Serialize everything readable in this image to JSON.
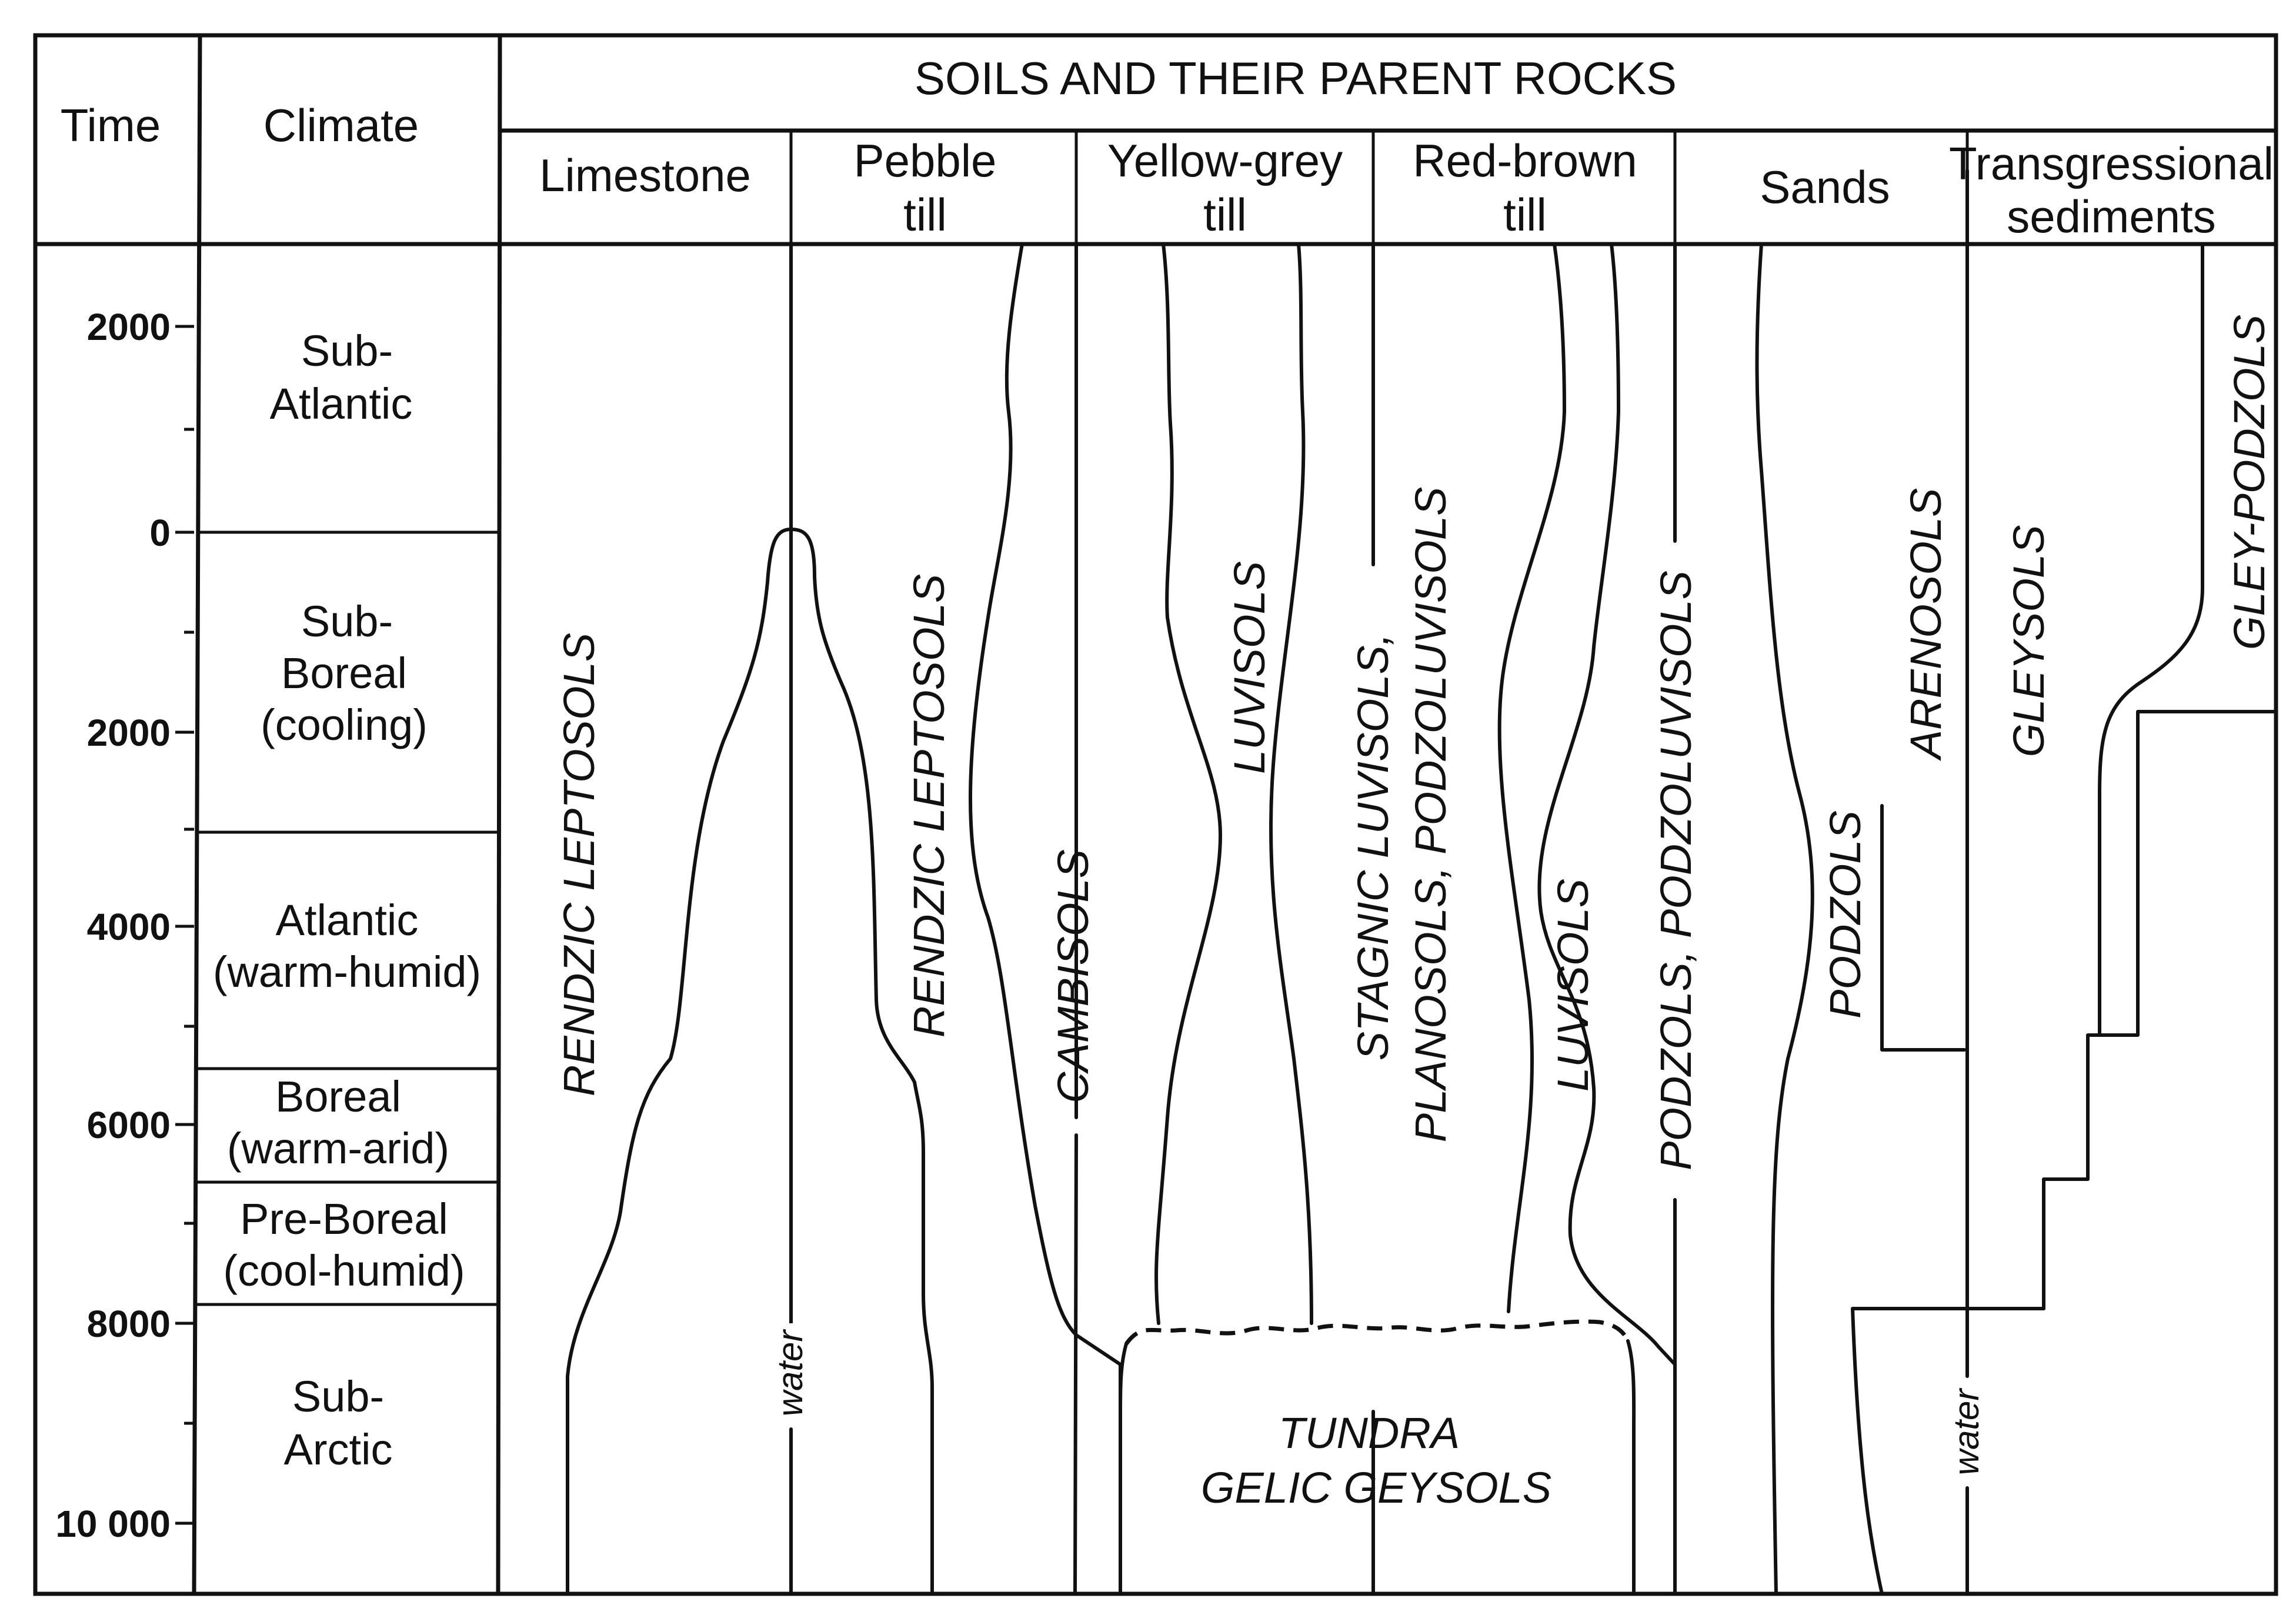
{
  "header": {
    "time_label": "Time",
    "climate_label": "Climate",
    "main_title": "SOILS AND THEIR PARENT ROCKS"
  },
  "parent_rocks": [
    {
      "line1": "Limestone",
      "line2": ""
    },
    {
      "line1": "Pebble",
      "line2": "till"
    },
    {
      "line1": "Yellow-grey",
      "line2": "till"
    },
    {
      "line1": "Red-brown",
      "line2": "till"
    },
    {
      "line1": "Sands",
      "line2": ""
    },
    {
      "line1": "Transgressional",
      "line2": "sediments"
    }
  ],
  "time_ticks": [
    "2000",
    "0",
    "2000",
    "4000",
    "6000",
    "8000",
    "10 000"
  ],
  "climate_periods": [
    {
      "lines": [
        "Sub-",
        "Atlantic"
      ]
    },
    {
      "lines": [
        "Sub-",
        "Boreal",
        "(cooling)"
      ]
    },
    {
      "lines": [
        "Atlantic",
        "(warm-humid)"
      ]
    },
    {
      "lines": [
        "Boreal",
        "(warm-arid)"
      ]
    },
    {
      "lines": [
        "Pre-Boreal",
        "(cool-humid)"
      ]
    },
    {
      "lines": [
        "Sub-",
        "Arctic"
      ]
    }
  ],
  "soils": {
    "rendzic_1": "RENDZIC LEPTOSOLS",
    "rendzic_2": "RENDZIC LEPTOSOLS",
    "cambisols": "CAMBISOLS",
    "luvisols_1": "LUVISOLS",
    "stagnic_line1": "STAGNIC LUVISOLS,",
    "stagnic_line2": "PLANOSOLS, PODZOLUVISOLS",
    "luvisols_2": "LUVISOLS",
    "podzols_podzoluvisols": "PODZOLS, PODZOLUVISOLS",
    "podzols": "PODZOLS",
    "arenosols": "ARENOSOLS",
    "gleysols": "GLEYSOLS",
    "gley_podzols": "GLEY-PODZOLS",
    "tundra_line1": "TUNDRA",
    "tundra_line2": "GELIC GEYSOLS",
    "water_1": "water",
    "water_2": "water"
  }
}
